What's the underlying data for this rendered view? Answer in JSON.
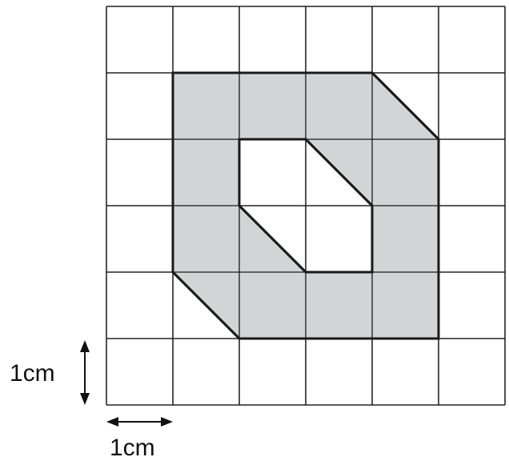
{
  "diagram": {
    "grid_columns": 6,
    "grid_rows": 6,
    "shape_fill": "#d3d4d6",
    "line_color": "#1a1a1a",
    "background": "#ffffff",
    "outer_boundary": [
      [
        1,
        1
      ],
      [
        4,
        1
      ],
      [
        5,
        2
      ],
      [
        5,
        5
      ],
      [
        2,
        5
      ],
      [
        1,
        4
      ]
    ],
    "inner_hole": [
      [
        2,
        2
      ],
      [
        3,
        2
      ],
      [
        4,
        3
      ],
      [
        4,
        4
      ],
      [
        3,
        4
      ],
      [
        2,
        3
      ]
    ]
  },
  "labels": {
    "vertical_scale": "1cm",
    "horizontal_scale": "1cm"
  }
}
